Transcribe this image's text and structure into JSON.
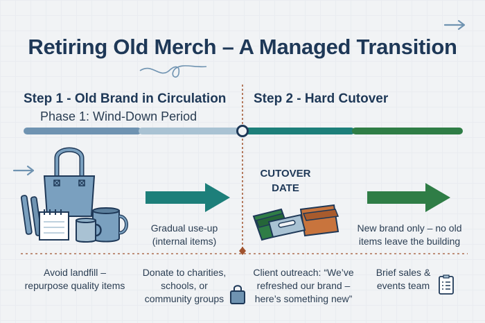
{
  "title": "Retiring Old Merch – A Managed Transition",
  "steps": {
    "step1": "Step 1 - Old Brand in Circulation",
    "phase1": "Phase 1: Wind-Down Period",
    "step2": "Step 2 - Hard Cutover"
  },
  "cutover": {
    "line1": "CUTOVER",
    "line2": "DATE"
  },
  "captions": {
    "gradual_line1": "Gradual use-up",
    "gradual_line2": "(internal items)",
    "newbrand_line1": "New brand only – no old",
    "newbrand_line2": "items leave the building"
  },
  "actions": [
    {
      "line1": "Avoid landfill –",
      "line2": "repurpose quality items",
      "line3": ""
    },
    {
      "line1": "Donate to charities,",
      "line2": "schools, or",
      "line3": "community groups"
    },
    {
      "line1": "Client outreach: “We’ve",
      "line2": "refreshed our brand –",
      "line3": "here’s something new”"
    },
    {
      "line1": "Brief sales &",
      "line2": "events team",
      "line3": ""
    }
  ],
  "colors": {
    "navy": "#1e3857",
    "steel": "#6f93b1",
    "light_steel": "#a9c2d3",
    "teal": "#1d7f7a",
    "green": "#2f7d46",
    "cutover_line": "#a0522d"
  },
  "icons": [
    "arrow-right-icon",
    "tote-bag-icon",
    "pen-icon",
    "notepad-icon",
    "mug-icon",
    "wallet-icon",
    "card-icon",
    "bag-icon",
    "checklist-icon"
  ]
}
